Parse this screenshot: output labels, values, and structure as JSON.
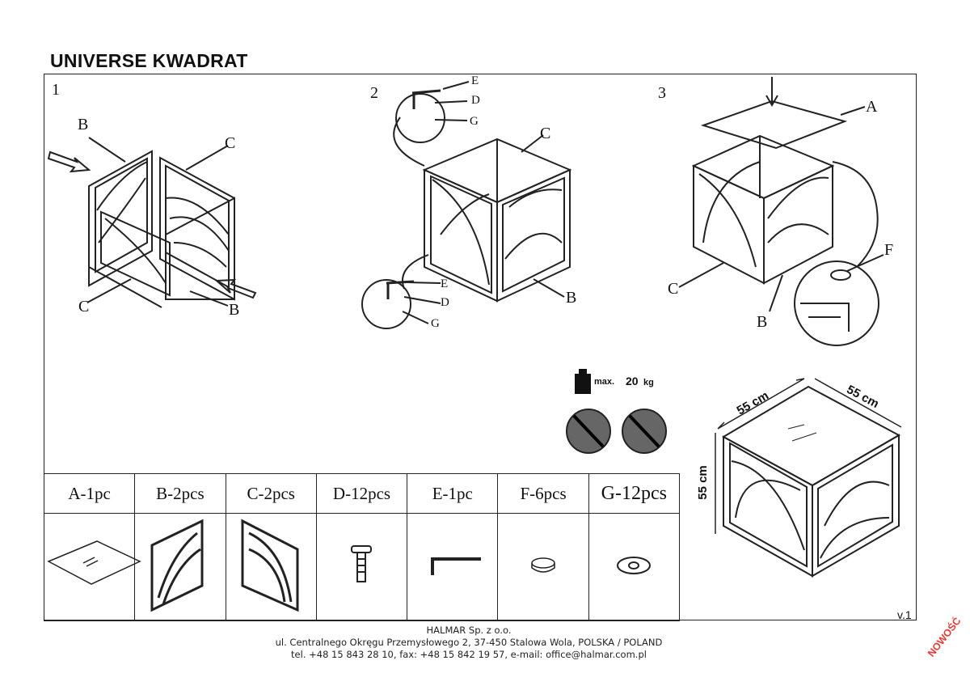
{
  "title": "UNIVERSE KWADRAT",
  "steps": {
    "step1": {
      "number": "1",
      "labels": [
        "B",
        "C",
        "C",
        "B"
      ]
    },
    "step2": {
      "number": "2",
      "labels": [
        "E",
        "D",
        "G",
        "C",
        "E",
        "D",
        "G",
        "B"
      ]
    },
    "step3": {
      "number": "3",
      "labels": [
        "A",
        "F",
        "C",
        "B"
      ]
    }
  },
  "max_load": {
    "label": "max.",
    "value": "20",
    "unit": "kg"
  },
  "dimensions": {
    "width": "55 cm",
    "depth": "55 cm",
    "height": "55 cm"
  },
  "parts": [
    {
      "label": "A-1pc",
      "icon": "glass-top-icon"
    },
    {
      "label": "B-2pcs",
      "icon": "frame-b-icon"
    },
    {
      "label": "C-2pcs",
      "icon": "frame-c-icon"
    },
    {
      "label": "D-12pcs",
      "icon": "screw-icon"
    },
    {
      "label": "E-1pc",
      "icon": "allen-key-icon"
    },
    {
      "label": "F-6pcs",
      "icon": "pad-icon"
    },
    {
      "label": "G-12pcs",
      "icon": "washer-icon"
    }
  ],
  "version": "v.1",
  "footer": {
    "company": "HALMAR Sp. z o.o.",
    "address": "ul. Centralnego Okręgu Przemysłowego 2, 37-450 Stalowa Wola, POLSKA / POLAND",
    "contact": "tel. +48 15 843 28 10, fax: +48 15 842 19 57, e-mail: office@halmar.com.pl"
  },
  "badge": "NOWOŚĆ",
  "colors": {
    "line": "#222222",
    "badge": "#e53935",
    "icon_fill": "#666666"
  }
}
